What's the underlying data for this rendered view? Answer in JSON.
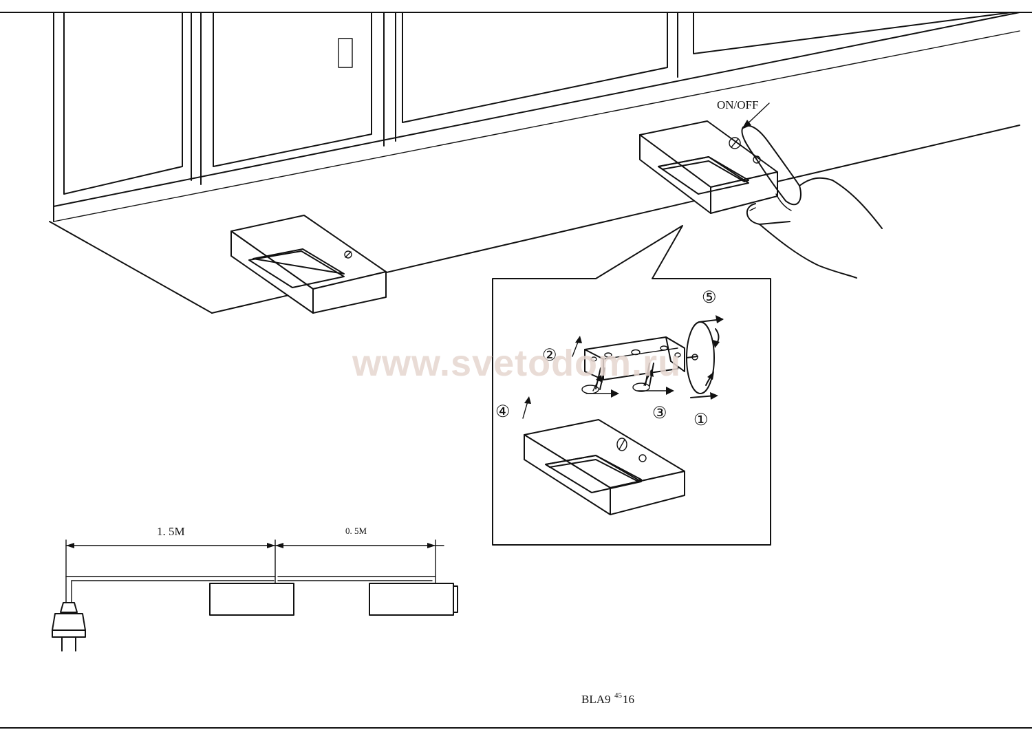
{
  "watermark": "www.svetodom.ru",
  "switch_label": "ON/OFF",
  "steps": [
    "①",
    "②",
    "③",
    "④",
    "⑤"
  ],
  "cable": {
    "length_1": "1. 5M",
    "length_2": "0. 5M"
  },
  "model_code": {
    "prefix": "BLA9",
    "superscript": "45",
    "suffix": "16"
  }
}
